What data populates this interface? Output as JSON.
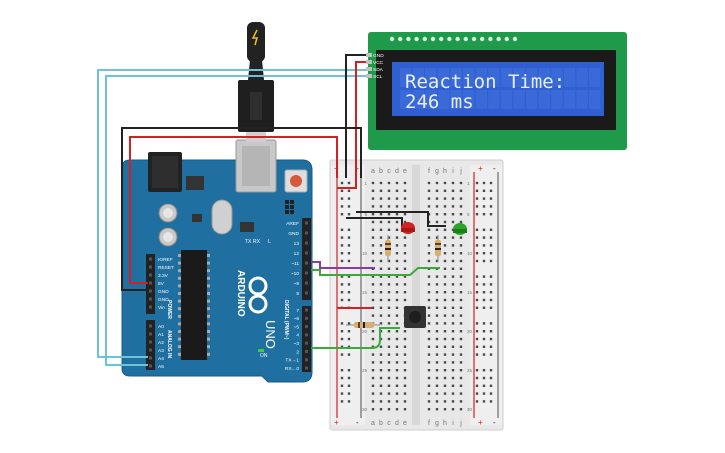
{
  "lcd": {
    "pins": [
      "GND",
      "VCC",
      "SDA",
      "SCL"
    ],
    "line1": "Reaction Time:",
    "line2": "246 ms",
    "backlight_color": "#2f5fd0",
    "board_color": "#1f9a4a"
  },
  "arduino": {
    "brand": "ARDUINO",
    "model": "UNO",
    "power_header": "POWER",
    "analog_header": "ANALOG IN",
    "digital_header": "DIGITAL (PWM~)",
    "on_label": "ON",
    "tx_label": "TX",
    "rx_label": "RX",
    "l_label": "L",
    "board_color": "#1f6fa0",
    "power_pins": [
      "IOREF",
      "RESET",
      "3.3V",
      "5V",
      "GND",
      "GND",
      "Vin"
    ],
    "analog_pins": [
      "A0",
      "A1",
      "A2",
      "A3",
      "A4",
      "A5"
    ],
    "digital_top_pins": [
      "AREF",
      "GND",
      "13",
      "12",
      "~11",
      "~10",
      "~9",
      "8"
    ],
    "digital_bottom_pins": [
      "7",
      "~6",
      "~5",
      "4",
      "~3",
      "2",
      "TX→1",
      "RX←0"
    ]
  },
  "breadboard": {
    "columns_left": [
      "a",
      "b",
      "c",
      "d",
      "e"
    ],
    "columns_right": [
      "f",
      "g",
      "h",
      "i",
      "j"
    ],
    "row_labels": [
      "1",
      "",
      "",
      "",
      "5",
      "",
      "",
      "",
      "",
      "10",
      "",
      "",
      "",
      "",
      "15",
      "",
      "",
      "",
      "",
      "20",
      "",
      "",
      "",
      "",
      "25",
      "",
      "",
      "",
      "",
      "30"
    ],
    "rail_plus": "+",
    "rail_minus": "-"
  },
  "components": {
    "led_red_color": "#d42020",
    "led_green_color": "#2aa52a",
    "resistor_color": "#d6b070",
    "button_color": "#333333"
  },
  "wire_colors": {
    "red": "#d42020",
    "black": "#222222",
    "cyan": "#6cc4d8",
    "green": "#3aaa3a",
    "purple": "#8a3ca6"
  }
}
